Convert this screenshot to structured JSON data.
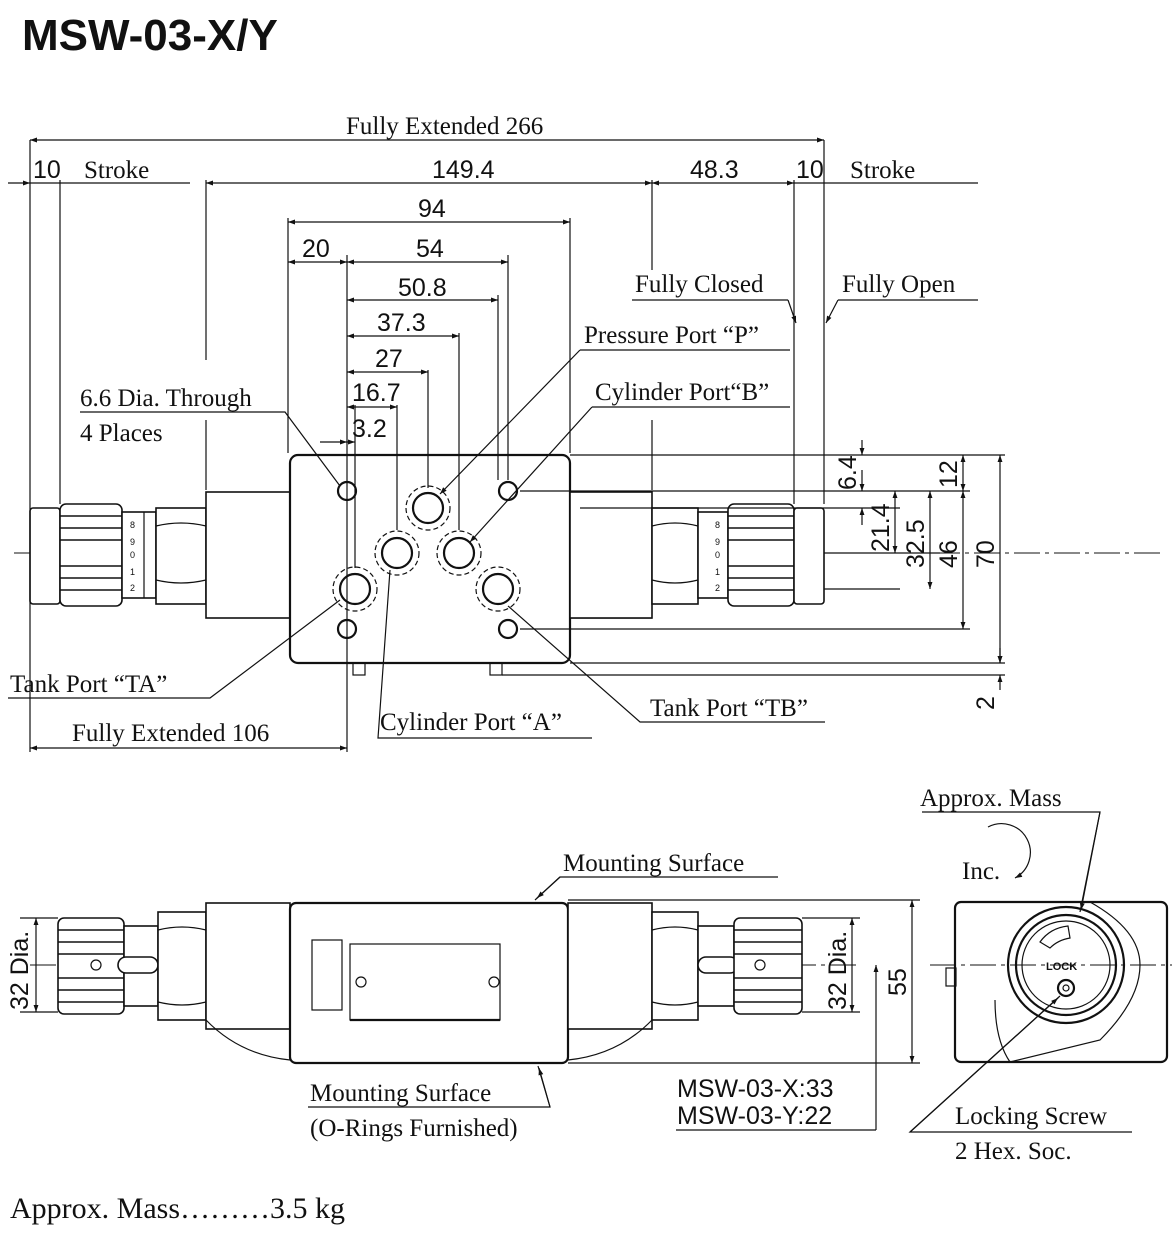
{
  "title": "MSW-03-X/Y",
  "footer": {
    "mass": "Approx. Mass………3.5 kg"
  },
  "top_view": {
    "fully_extended_266": "Fully Extended 266",
    "stroke_left_num": "10",
    "stroke_left_label": "Stroke",
    "dim_149_4": "149.4",
    "dim_48_3": "48.3",
    "stroke_right_num": "10",
    "stroke_right_label": "Stroke",
    "dim_94": "94",
    "dim_20": "20",
    "dim_54": "54",
    "dim_50_8": "50.8",
    "dim_37_3": "37.3",
    "dim_27": "27",
    "dim_16_7": "16.7",
    "dim_3_2": "3.2",
    "fully_closed": "Fully Closed",
    "fully_open": "Fully Open",
    "pressure_port": "Pressure Port “P”",
    "cylinder_port_b": "Cylinder Port“B”",
    "dia_through": "6.6 Dia. Through",
    "four_places": "4 Places",
    "v_6_4": "6.4",
    "v_12": "12",
    "v_21_4": "21.4",
    "v_32_5": "32.5",
    "v_46": "46",
    "v_70": "70",
    "v_2": "2",
    "tank_port_ta": "Tank Port “TA”",
    "fully_extended_106": "Fully Extended 106",
    "cylinder_port_a": "Cylinder Port “A”",
    "tank_port_tb": "Tank Port “TB”"
  },
  "front_view": {
    "mounting_surface": "Mounting Surface",
    "dia_32_left": "32 Dia.",
    "dia_32_right": "32 Dia.",
    "height_55": "55",
    "mounting_surface_bottom": "Mounting Surface",
    "o_rings": "(O-Rings Furnished)",
    "x_height": "MSW-03-X:33",
    "y_height": "MSW-03-Y:22"
  },
  "side_view": {
    "approx_mass": "Approx. Mass",
    "inc": "Inc.",
    "lock": "LOCK",
    "locking_screw": "Locking Screw",
    "hex_soc": "2 Hex. Soc."
  }
}
